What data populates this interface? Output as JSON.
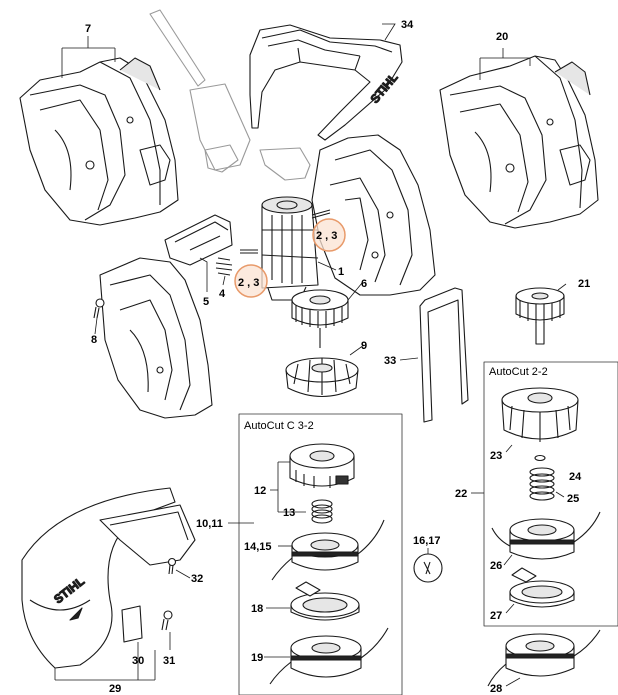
{
  "callouts": {
    "c34": "34",
    "c7": "7",
    "c20": "20",
    "c1": "1",
    "c2_3a": "2 , 3",
    "c2_3b": "2 , 3",
    "c4": "4",
    "c5": "5",
    "c6": "6",
    "c8": "8",
    "c9": "9",
    "c21": "21",
    "c33": "33",
    "c12": "12",
    "c13": "13",
    "c10_11": "10,11",
    "c14_15": "14,15",
    "c16_17": "16,17",
    "c18": "18",
    "c19": "19",
    "c22": "22",
    "c23": "23",
    "c24": "24",
    "c25": "25",
    "c26": "26",
    "c27": "27",
    "c28": "28",
    "c29": "29",
    "c30": "30",
    "c31": "31",
    "c32": "32"
  },
  "boxes": {
    "autocut_c32": "AutoCut C 3-2",
    "autocut_22": "AutoCut 2-2"
  },
  "logos": {
    "deflector": "STIHL",
    "glasses": "STIHL"
  },
  "colors": {
    "line": "#1a1a1a",
    "fill": "#ffffff",
    "shade": "#e6e6e6",
    "highlight_fill": "#fbe3d3",
    "highlight_stroke": "#e89a6a"
  }
}
